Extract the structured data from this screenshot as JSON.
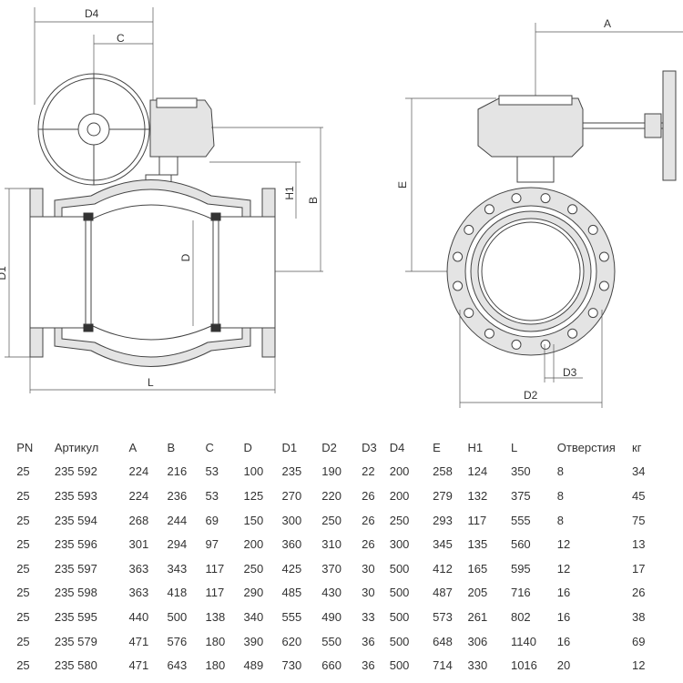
{
  "drawing": {
    "labels": {
      "d4": "D4",
      "c": "C",
      "a": "A",
      "h1": "H1",
      "b": "B",
      "d": "D",
      "d1": "D1",
      "e": "E",
      "l": "L",
      "d2": "D2",
      "d3": "D3"
    }
  },
  "table": {
    "headers": [
      "PN",
      "Артикул",
      "A",
      "B",
      "C",
      "D",
      "D1",
      "D2",
      "D3",
      "D4",
      "E",
      "H1",
      "L",
      "Отверстия",
      "кг"
    ],
    "rows": [
      {
        "pn": "25",
        "art": "235 592",
        "a": "224",
        "b": "216",
        "c": "53",
        "d": "100",
        "d1": "235",
        "d2": "190",
        "d3": "22",
        "d4": "200",
        "e": "258",
        "h1": "124",
        "l": "350",
        "holes": "8",
        "kg": "34"
      },
      {
        "pn": "25",
        "art": "235 593",
        "a": "224",
        "b": "236",
        "c": "53",
        "d": "125",
        "d1": "270",
        "d2": "220",
        "d3": "26",
        "d4": "200",
        "e": "279",
        "h1": "132",
        "l": "375",
        "holes": "8",
        "kg": "45"
      },
      {
        "pn": "25",
        "art": "235 594",
        "a": "268",
        "b": "244",
        "c": "69",
        "d": "150",
        "d1": "300",
        "d2": "250",
        "d3": "26",
        "d4": "250",
        "e": "293",
        "h1": "117",
        "l": "555",
        "holes": "8",
        "kg": "75"
      },
      {
        "pn": "25",
        "art": "235 596",
        "a": "301",
        "b": "294",
        "c": "97",
        "d": "200",
        "d1": "360",
        "d2": "310",
        "d3": "26",
        "d4": "300",
        "e": "345",
        "h1": "135",
        "l": "560",
        "holes": "12",
        "kg": "13"
      },
      {
        "pn": "25",
        "art": "235 597",
        "a": "363",
        "b": "343",
        "c": "117",
        "d": "250",
        "d1": "425",
        "d2": "370",
        "d3": "30",
        "d4": "500",
        "e": "412",
        "h1": "165",
        "l": "595",
        "holes": "12",
        "kg": "17"
      },
      {
        "pn": "25",
        "art": "235 598",
        "a": "363",
        "b": "418",
        "c": "117",
        "d": "290",
        "d1": "485",
        "d2": "430",
        "d3": "30",
        "d4": "500",
        "e": "487",
        "h1": "205",
        "l": "716",
        "holes": "16",
        "kg": "26"
      },
      {
        "pn": "25",
        "art": "235 595",
        "a": "440",
        "b": "500",
        "c": "138",
        "d": "340",
        "d1": "555",
        "d2": "490",
        "d3": "33",
        "d4": "500",
        "e": "573",
        "h1": "261",
        "l": "802",
        "holes": "16",
        "kg": "38"
      },
      {
        "pn": "25",
        "art": "235 579",
        "a": "471",
        "b": "576",
        "c": "180",
        "d": "390",
        "d1": "620",
        "d2": "550",
        "d3": "36",
        "d4": "500",
        "e": "648",
        "h1": "306",
        "l": "1140",
        "holes": "16",
        "kg": "69"
      },
      {
        "pn": "25",
        "art": "235 580",
        "a": "471",
        "b": "643",
        "c": "180",
        "d": "489",
        "d1": "730",
        "d2": "660",
        "d3": "36",
        "d4": "500",
        "e": "714",
        "h1": "330",
        "l": "1016",
        "holes": "20",
        "kg": "12"
      }
    ]
  }
}
